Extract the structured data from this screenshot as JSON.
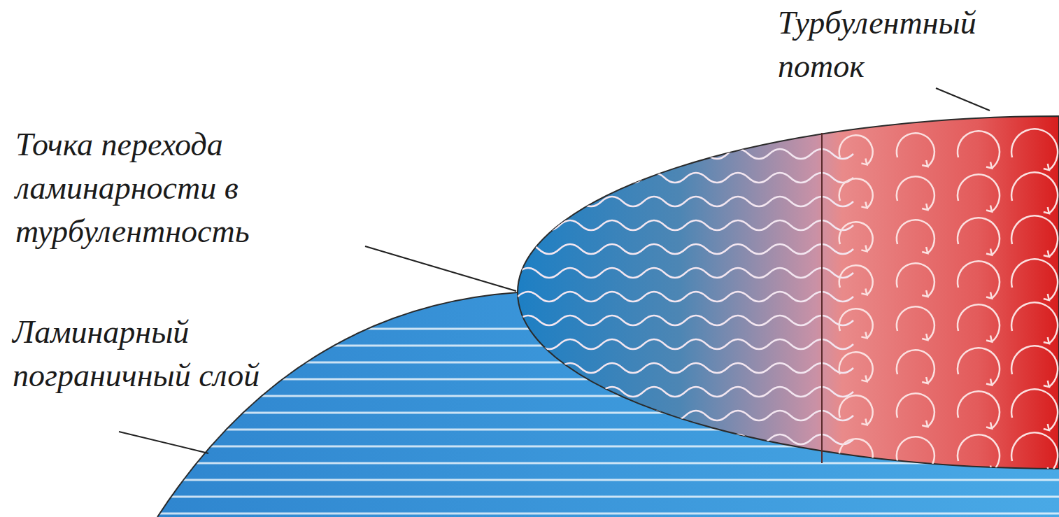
{
  "diagram": {
    "labels": [
      "Турбулентный поток",
      "Точка перехода ламинарности в турбулентность",
      "Ламинарный пограничный слой"
    ]
  }
}
